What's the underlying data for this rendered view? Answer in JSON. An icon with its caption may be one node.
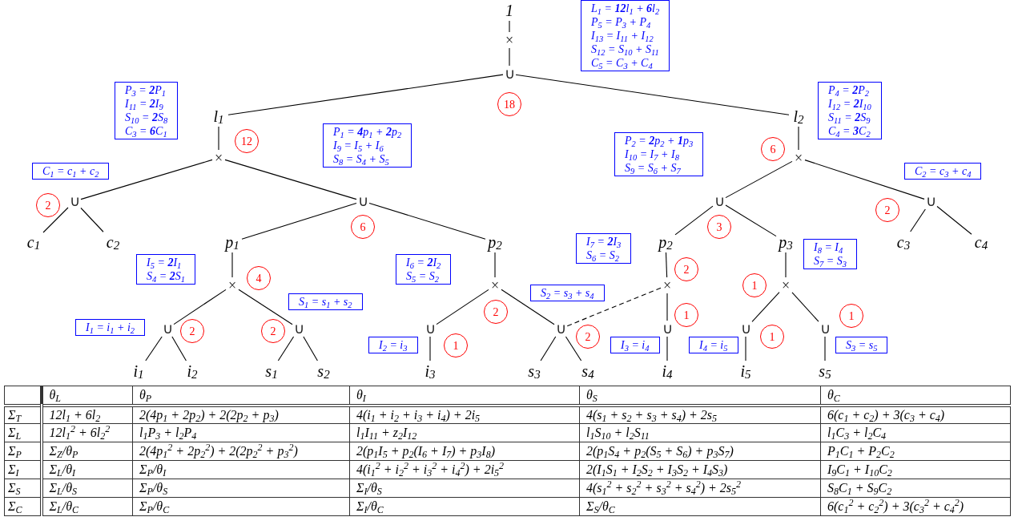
{
  "diagram": {
    "nodes": [
      {
        "text": [
          "1"
        ]
      },
      {
        "text": [
          "×"
        ]
      },
      {
        "text": [
          "∪"
        ]
      },
      {
        "text": [
          "l$_{1}$"
        ]
      },
      {
        "text": [
          "l$_{2}$"
        ]
      },
      {
        "text": [
          "×"
        ]
      },
      {
        "text": [
          "×"
        ]
      },
      {
        "text": [
          "∪"
        ]
      },
      {
        "text": [
          "∪"
        ]
      },
      {
        "text": [
          "c$_{1}$"
        ]
      },
      {
        "text": [
          "c$_{2}$"
        ]
      },
      {
        "text": [
          "p$_{1}$"
        ]
      },
      {
        "text": [
          "p$_{2}$"
        ]
      },
      {
        "text": [
          "×"
        ]
      },
      {
        "text": [
          "×"
        ]
      },
      {
        "text": [
          "∪"
        ]
      },
      {
        "text": [
          "∪"
        ]
      },
      {
        "text": [
          "i$_{1}$"
        ]
      },
      {
        "text": [
          "i$_{2}$"
        ]
      },
      {
        "text": [
          "s$_{1}$"
        ]
      },
      {
        "text": [
          "s$_{2}$"
        ]
      },
      {
        "text": [
          "∪"
        ]
      },
      {
        "text": [
          "i$_{3}$"
        ]
      },
      {
        "text": [
          "∪"
        ]
      },
      {
        "text": [
          "s$_{3}$"
        ]
      },
      {
        "text": [
          "s$_{4}$"
        ]
      },
      {
        "text": [
          "∪"
        ]
      },
      {
        "text": [
          "∪"
        ]
      },
      {
        "text": [
          "c$_{3}$"
        ]
      },
      {
        "text": [
          "c$_{4}$"
        ]
      },
      {
        "text": [
          "p$_{2}$"
        ]
      },
      {
        "text": [
          "p$_{3}$"
        ]
      },
      {
        "text": [
          "×"
        ]
      },
      {
        "text": [
          "×"
        ]
      },
      {
        "text": [
          "∪"
        ]
      },
      {
        "text": [
          "i$_{4}$"
        ]
      },
      {
        "text": [
          "∪"
        ]
      },
      {
        "text": [
          "i$_{5}$"
        ]
      },
      {
        "text": [
          "∪"
        ]
      },
      {
        "text": [
          "s$_{5}$"
        ]
      },
      {
        "text": [
          "L$_{1}$ = **12**l$_{1}$ + **6**l$_{2}$",
          "P$_{5}$ = P$_{3}$ + P$_{4}$",
          "I$_{13}$ = I$_{11}$ + I$_{12}$",
          "S$_{12}$ = S$_{10}$ + S$_{11}$",
          "C$_{5}$ = C$_{3}$ + C$_{4}$"
        ]
      },
      {
        "text": [
          "P$_{3}$ = **2**P$_{1}$",
          "I$_{11}$ = **2**I$_{9}$",
          "S$_{10}$ = **2**S$_{8}$",
          "C$_{3}$ = **6**C$_{1}$"
        ]
      },
      {
        "text": [
          "C$_{1}$ = c$_{1}$ + c$_{2}$"
        ]
      },
      {
        "text": [
          "P$_{1}$ = **4**p$_{1}$ + **2**p$_{2}$",
          "I$_{9}$ = I$_{5}$ + I$_{6}$",
          "S$_{8}$ = S$_{4}$ + S$_{5}$"
        ]
      },
      {
        "text": [
          "P$_{2}$ = **2**p$_{2}$ + **1**p$_{3}$",
          "I$_{10}$ = I$_{7}$ + I$_{8}$",
          "S$_{9}$ = S$_{6}$ + S$_{7}$"
        ]
      },
      {
        "text": [
          "P$_{4}$ = **2**P$_{2}$",
          "I$_{12}$ = **2**I$_{10}$",
          "S$_{11}$ = **2**S$_{9}$",
          "C$_{4}$ = **3**C$_{2}$"
        ]
      },
      {
        "text": [
          "C$_{2}$ = c$_{3}$ + c$_{4}$"
        ]
      },
      {
        "text": [
          "I$_{5}$ = **2**I$_{1}$",
          "S$_{4}$ = **2**S$_{1}$"
        ]
      },
      {
        "text": [
          "S$_{1}$ = s$_{1}$ + s$_{2}$"
        ]
      },
      {
        "text": [
          "I$_{1}$ = i$_{1}$ + i$_{2}$"
        ]
      },
      {
        "text": [
          "I$_{6}$ = **2**I$_{2}$",
          "S$_{5}$ = S$_{2}$"
        ]
      },
      {
        "text": [
          "I$_{2}$ = i$_{3}$"
        ]
      },
      {
        "text": [
          "S$_{2}$ = s$_{3}$ + s$_{4}$"
        ]
      },
      {
        "text": [
          "I$_{7}$ = **2**I$_{3}$",
          "S$_{6}$ = S$_{2}$"
        ]
      },
      {
        "text": [
          "I$_{3}$ = i$_{4}$"
        ]
      },
      {
        "text": [
          "I$_{8}$ = I$_{4}$",
          "S$_{7}$ = S$_{3}$"
        ]
      },
      {
        "text": [
          "I$_{4}$ = i$_{5}$"
        ]
      },
      {
        "text": [
          "S$_{3}$ = s$_{5}$"
        ]
      },
      {
        "text": [
          "18"
        ]
      },
      {
        "text": [
          "12"
        ]
      },
      {
        "text": [
          "6"
        ]
      },
      {
        "text": [
          "2"
        ]
      },
      {
        "text": [
          "4"
        ]
      },
      {
        "text": [
          "2"
        ]
      },
      {
        "text": [
          "2"
        ]
      },
      {
        "text": [
          "2"
        ]
      },
      {
        "text": [
          "1"
        ]
      },
      {
        "text": [
          "6"
        ]
      },
      {
        "text": [
          "3"
        ]
      },
      {
        "text": [
          "2"
        ]
      },
      {
        "text": [
          "2"
        ]
      },
      {
        "text": [
          "1"
        ]
      },
      {
        "text": [
          "1"
        ]
      },
      {
        "text": [
          "1"
        ]
      },
      {
        "text": [
          "1"
        ]
      },
      {
        "text": [
          "2"
        ]
      }
    ],
    "edges": [
      {
        "from": 0,
        "to": 1,
        "arrow": "none"
      },
      {
        "from": 1,
        "to": 2,
        "arrow": "none"
      },
      {
        "from": 2,
        "to": 3,
        "arrow": "none"
      },
      {
        "from": 2,
        "to": 4,
        "arrow": "none"
      },
      {
        "from": 3,
        "to": 5,
        "arrow": "none"
      },
      {
        "from": 4,
        "to": 6,
        "arrow": "none"
      },
      {
        "from": 5,
        "to": 7,
        "arrow": "none"
      },
      {
        "from": 5,
        "to": 8,
        "arrow": "none"
      },
      {
        "from": 7,
        "to": 9,
        "arrow": "none"
      },
      {
        "from": 7,
        "to": 10,
        "arrow": "none"
      },
      {
        "from": 8,
        "to": 11,
        "arrow": "none"
      },
      {
        "from": 8,
        "to": 12,
        "arrow": "none"
      },
      {
        "from": 11,
        "to": 13,
        "arrow": "none"
      },
      {
        "from": 12,
        "to": 14,
        "arrow": "none"
      },
      {
        "from": 13,
        "to": 15,
        "arrow": "none"
      },
      {
        "from": 13,
        "to": 16,
        "arrow": "none"
      },
      {
        "from": 15,
        "to": 17,
        "arrow": "none"
      },
      {
        "from": 15,
        "to": 18,
        "arrow": "none"
      },
      {
        "from": 16,
        "to": 19,
        "arrow": "none"
      },
      {
        "from": 16,
        "to": 20,
        "arrow": "none"
      },
      {
        "from": 14,
        "to": 21,
        "arrow": "none"
      },
      {
        "from": 14,
        "to": 23,
        "arrow": "none"
      },
      {
        "from": 21,
        "to": 22,
        "arrow": "none"
      },
      {
        "from": 23,
        "to": 24,
        "arrow": "none"
      },
      {
        "from": 23,
        "to": 25,
        "arrow": "none"
      },
      {
        "from": 6,
        "to": 26,
        "arrow": "none"
      },
      {
        "from": 6,
        "to": 27,
        "arrow": "none"
      },
      {
        "from": 27,
        "to": 28,
        "arrow": "none"
      },
      {
        "from": 27,
        "to": 29,
        "arrow": "none"
      },
      {
        "from": 26,
        "to": 30,
        "arrow": "none"
      },
      {
        "from": 26,
        "to": 31,
        "arrow": "none"
      },
      {
        "from": 30,
        "to": 32,
        "arrow": "none"
      },
      {
        "from": 32,
        "to": 23,
        "arrow": "none",
        "style": "dashed"
      },
      {
        "from": 32,
        "to": 34,
        "arrow": "none"
      },
      {
        "from": 34,
        "to": 35,
        "arrow": "none"
      },
      {
        "from": 31,
        "to": 33,
        "arrow": "none"
      },
      {
        "from": 33,
        "to": 36,
        "arrow": "none"
      },
      {
        "from": 33,
        "to": 38,
        "arrow": "none"
      },
      {
        "from": 36,
        "to": 37,
        "arrow": "none"
      },
      {
        "from": 38,
        "to": 39,
        "arrow": "none"
      }
    ],
    "labels": [
      "θ$_{L}$",
      "θ$_{P}$",
      "θ$_{I}$",
      "θ$_{S}$",
      "θ$_{C}$",
      "Σ$_{T}$",
      "12l$_{1}$ + 6l$_{2}$",
      "2(4p$_{1}$ + 2p$_{2}$) + 2(2p$_{2}$ + p$_{3}$)",
      "4(i$_{1}$ + i$_{2}$ + i$_{3}$ + i$_{4}$) + 2i$_{5}$",
      "4(s$_{1}$ + s$_{2}$ + s$_{3}$ + s$_{4}$) + 2s$_{5}$",
      "6(c$_{1}$ + c$_{2}$) + 3(c$_{3}$ + c$_{4}$)",
      "Σ$_{L}$",
      "12l$_{1}$$^{2}$ + 6l$_{2}$$^{2}$",
      "l$_{1}$P$_{3}$ + l$_{2}$P$_{4}$",
      "l$_{1}$I$_{11}$ + z$_{2}$I$_{12}$",
      "l$_{1}$S$_{10}$ + l$_{2}$S$_{11}$",
      "l$_{1}$C$_{3}$ + l$_{2}$C$_{4}$",
      "Σ$_{P}$",
      "Σ$_{Z}$/θ$_{P}$",
      "2(4p$_{1}$$^{2}$ + 2p$_{2}$$^{2}$) + 2(2p$_{2}$$^{2}$ + p$_{3}$$^{2}$)",
      "2(p$_{1}$I$_{5}$ + p$_{2}$(I$_{6}$ + I$_{7}$) + p$_{3}$I$_{8}$)",
      "2(p$_{1}$S$_{4}$ + p$_{2}$(S$_{5}$ + S$_{6}$) + p$_{3}$S$_{7}$)",
      "P$_{1}$C$_{1}$ + P$_{2}$C$_{2}$",
      "Σ$_{I}$",
      "Σ$_{L}$/θ$_{I}$",
      "Σ$_{P}$/θ$_{I}$",
      "4(i$_{1}$$^{2}$ + i$_{2}$$^{2}$ + i$_{3}$$^{2}$ + i$_{4}$$^{2}$) + 2i$_{5}$$^{2}$",
      "2(I$_{1}$S$_{1}$ + I$_{2}$S$_{2}$ + I$_{3}$S$_{2}$ + I$_{4}$S$_{3}$)",
      "I$_{9}$C$_{1}$ + I$_{10}$C$_{2}$",
      "Σ$_{S}$",
      "Σ$_{L}$/θ$_{S}$",
      "Σ$_{P}$/θ$_{S}$",
      "Σ$_{I}$/θ$_{S}$",
      "4(s$_{1}$$^{2}$ + s$_{2}$$^{2}$ + s$_{3}$$^{2}$ + s$_{4}$$^{2}$) + 2s$_{5}$$^{2}$",
      "S$_{8}$C$_{1}$ + S$_{9}$C$_{2}$",
      "Σ$_{C}$",
      "Σ$_{L}$/θ$_{C}$",
      "Σ$_{P}$/θ$_{C}$",
      "Σ$_{I}$/θ$_{C}$",
      "Σ$_{S}$/θ$_{C}$",
      "6(c$_{1}$$^{2}$ + c$_{2}$$^{2}$) + 3(c$_{3}$$^{2}$ + c$_{4}$$^{2}$)"
    ]
  }
}
